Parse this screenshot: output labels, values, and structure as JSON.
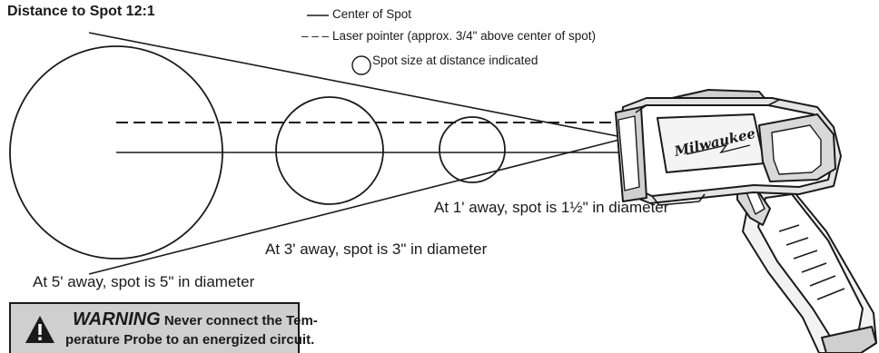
{
  "title": "Distance to Spot 12:1",
  "legend": {
    "center_line": "Center of Spot",
    "laser_dashes": "– – –",
    "laser": "Laser pointer (approx. 3/4\" above center of spot)",
    "spot": "Spot size at distance indicated"
  },
  "notes": {
    "one_foot": "At 1' away, spot is 1½\" in diameter",
    "three_feet": "At 3' away, spot is 3\" in diameter",
    "five_feet": "At 5' away, spot is 5\" in diameter"
  },
  "device": {
    "brand_logo_text": "Milwaukee",
    "icon": "infrared-thermometer-icon"
  },
  "warning": {
    "icon": "warning-triangle-icon",
    "word": "WARNING",
    "line1": " Never connect the Tem-",
    "line2": "perature Probe to an energized circuit."
  },
  "colors": {
    "ink": "#1a1a1a",
    "warning_bg": "#cfcfcf"
  }
}
